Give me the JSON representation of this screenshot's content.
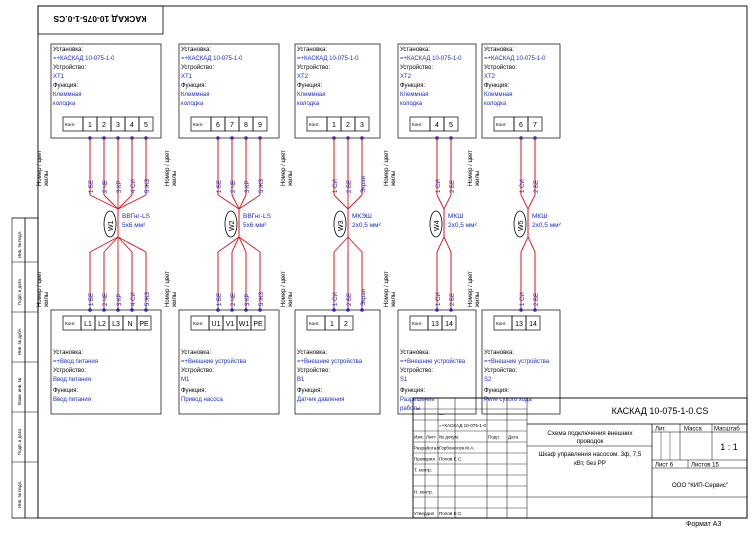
{
  "document": {
    "code_rotated": "КАСКАД 10-075-1-0.CS",
    "format": "Формат  А3"
  },
  "labels": {
    "install": "Установка:",
    "device": "Устройство:",
    "func": "Функция:",
    "func_terminal": [
      "Клеммная",
      "колодка"
    ],
    "kont": "Конт.",
    "wire_header": [
      "Номер / цвет",
      "жилы"
    ]
  },
  "groups": [
    {
      "top_install": "=+КАСКАД 10-075-1-0",
      "top_device": "XT1",
      "top_pins": [
        "1",
        "2",
        "3",
        "4",
        "5"
      ],
      "cores_top": [
        "1 БЕ",
        "2 ЧЕ",
        "3 КР",
        "4 СИ",
        "5 ЖЗ"
      ],
      "cable_id": "W1",
      "cable_type": "ВВГнг-LS",
      "cable_size": "5х6 мм²",
      "cores_bottom": [
        "1 БЕ",
        "2 ЧЕ",
        "3 КР",
        "4 СИ",
        "5 ЖЗ"
      ],
      "bottom_pins": [
        "L1",
        "L2",
        "L3",
        "N",
        "PE"
      ],
      "bottom_install": "=+Ввод питания",
      "bottom_device": "Ввод питания",
      "bottom_func": [
        "Ввод питания"
      ]
    },
    {
      "top_install": "=+КАСКАД 10-075-1-0",
      "top_device": "XT1",
      "top_pins": [
        "6",
        "7",
        "8",
        "9"
      ],
      "cores_top": [
        "1 БЕ",
        "2 ЧЕ",
        "3 КР",
        "5 ЖЗ"
      ],
      "cable_id": "W2",
      "cable_type": "ВВГнг-LS",
      "cable_size": "5х6 мм²",
      "cores_bottom": [
        "1 БЕ",
        "2 ЧЕ",
        "3 КР",
        "5 ЖЗ"
      ],
      "bottom_pins": [
        "U1",
        "V1",
        "W1",
        "PE"
      ],
      "bottom_install": "=+Внешние устройства",
      "bottom_device": "M1",
      "bottom_func": [
        "Привод насоса"
      ]
    },
    {
      "top_install": "=+КАСКАД 10-075-1-0",
      "top_device": "XT2",
      "top_pins": [
        "1",
        "2",
        "3"
      ],
      "cores_top": [
        "1 СИ",
        "2 БЕ",
        "Экран"
      ],
      "cable_id": "W3",
      "cable_type": "МКЭШ",
      "cable_size": "2х0,5 мм²",
      "cores_bottom": [
        "1 СИ",
        "2 БЕ",
        "Экран"
      ],
      "bottom_pins": [
        "1",
        "2"
      ],
      "bottom_install": "=+Внешние устройства",
      "bottom_device": "B1",
      "bottom_func": [
        "Датчик давления"
      ]
    },
    {
      "top_install": "=+КАСКАД 10-075-1-0",
      "top_device": "XT2",
      "top_pins": [
        "4",
        "5"
      ],
      "cores_top": [
        "1 СИ",
        "2 БЕ"
      ],
      "cable_id": "W4",
      "cable_type": "МКШ",
      "cable_size": "2х0,5 мм²",
      "cores_bottom": [
        "1 СИ",
        "2 БЕ"
      ],
      "bottom_pins": [
        "13",
        "14"
      ],
      "bottom_install": "=+Внешние устройства",
      "bottom_device": "S1",
      "bottom_func": [
        "Разрешение",
        "работы"
      ]
    },
    {
      "top_install": "=+КАСКАД 10-075-1-0",
      "top_device": "XT2",
      "top_pins": [
        "6",
        "7"
      ],
      "cores_top": [
        "1 СИ",
        "2 БЕ"
      ],
      "cable_id": "W5",
      "cable_type": "МКШ",
      "cable_size": "2х0,5 мм²",
      "cores_bottom": [
        "1 СИ",
        "2 БЕ"
      ],
      "bottom_pins": [
        "13",
        "14"
      ],
      "bottom_install": "=+Внешние устройства",
      "bottom_device": "S2",
      "bottom_func": [
        "Реле сухого хода"
      ]
    }
  ],
  "left_stamp": [
    "Инв. № подл.",
    "Подп. и дата",
    "Взам. инв. №",
    "Инв. № дубл.",
    "Подп. и дата",
    "Инв. № подл."
  ],
  "title_block": {
    "doc_code": "КАСКАД 10-075-1-0.CS",
    "ref1": "=+КАСКАД 10-075-1-0",
    "title_lines": [
      "Схема подключения внешних",
      "проводок"
    ],
    "product_lines": [
      "Шкаф управления насосом. 3ф, 7,5",
      "кВт, без РР"
    ],
    "col_izm": "Изм.",
    "col_list": "Лист",
    "col_ndoc": "№ докум.",
    "col_podp": "Подп.",
    "col_data": "Дата",
    "razrab": "Разработал",
    "razrab_name": "Горбоносов М.А.",
    "prov": "Проверил",
    "prov_name": "Попов Е.С.",
    "tkontr": "Т. контр.",
    "nkontr": "Н. контр.",
    "utv": "Утвердил",
    "utv_name": "Попов Е.С.",
    "lit": "Лит.",
    "massa": "Масса",
    "masshtab": "Масштаб",
    "scale": "1 : 1",
    "sheet": "Лист 6",
    "sheets": "Листов 15",
    "company": "ООО \"КИП-Сервис\""
  }
}
